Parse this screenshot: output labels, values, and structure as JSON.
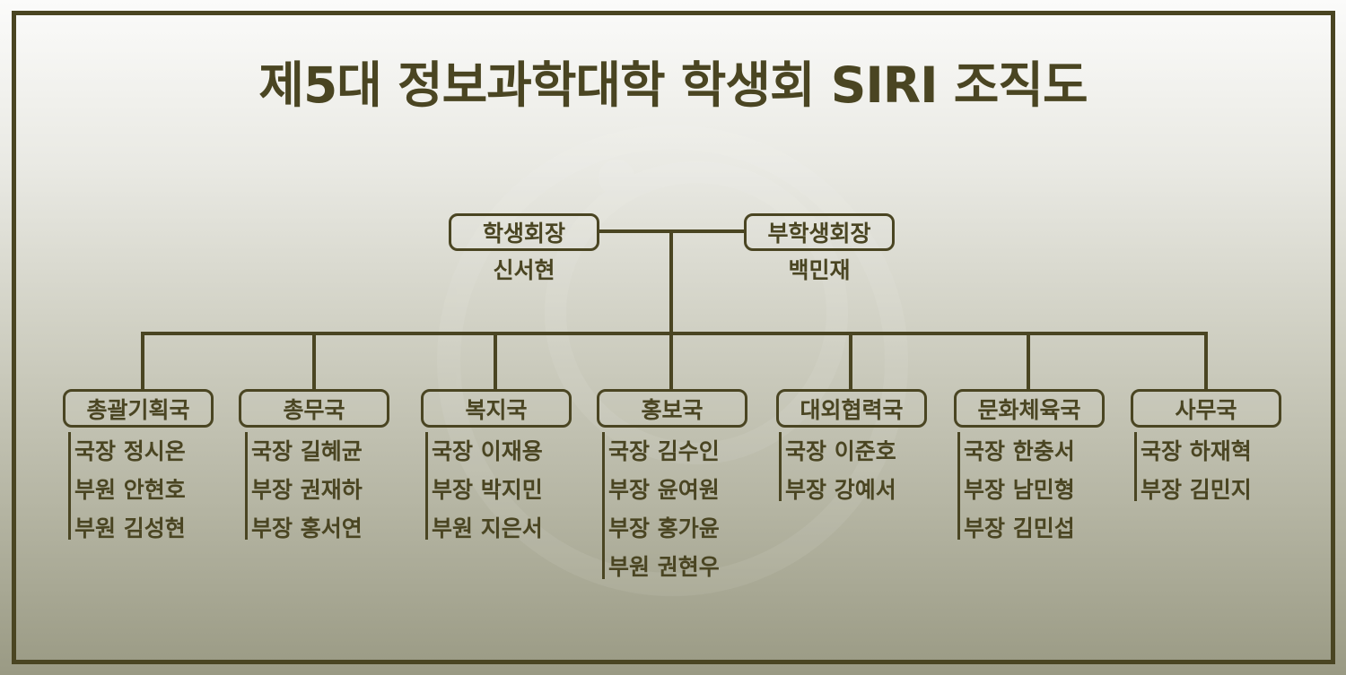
{
  "title": "제5대 정보과학대학 학생회 SIRI 조직도",
  "colors": {
    "line": "#4a4522",
    "text": "#4a4522",
    "bg_top": "#fbfbfa",
    "bg_bottom": "#9a9a84"
  },
  "leaders": [
    {
      "role": "학생회장",
      "name": "신서현"
    },
    {
      "role": "부학생회장",
      "name": "백민재"
    }
  ],
  "departments": [
    {
      "name": "총괄기획국",
      "members": [
        "국장 정시온",
        "부원 안현호",
        "부원 김성현"
      ]
    },
    {
      "name": "총무국",
      "members": [
        "국장 길혜균",
        "부장 권재하",
        "부장 홍서연"
      ]
    },
    {
      "name": "복지국",
      "members": [
        "국장 이재용",
        "부장 박지민",
        "부원 지은서"
      ]
    },
    {
      "name": "홍보국",
      "members": [
        "국장 김수인",
        "부장 윤여원",
        "부장 홍가윤",
        "부원 권현우"
      ]
    },
    {
      "name": "대외협력국",
      "members": [
        "국장 이준호",
        "부장 강예서"
      ]
    },
    {
      "name": "문화체육국",
      "members": [
        "국장 한충서",
        "부장 남민형",
        "부장 김민섭"
      ]
    },
    {
      "name": "사무국",
      "members": [
        "국장 하재혁",
        "부장 김민지"
      ]
    }
  ]
}
